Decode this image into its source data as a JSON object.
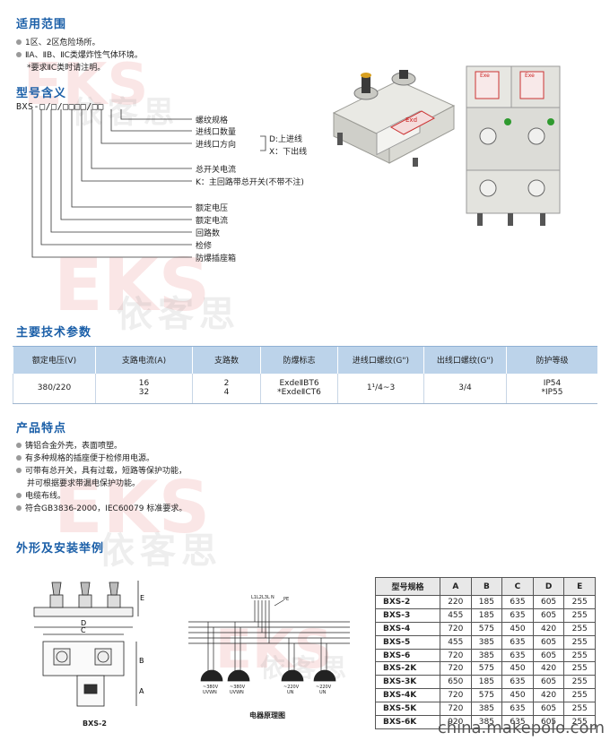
{
  "sections": {
    "scope_title": "适用范围",
    "model_title": "型号含义",
    "params_title": "主要技术参数",
    "features_title": "产品特点",
    "install_title": "外形及安装举例"
  },
  "scope": {
    "items": [
      "1区、2区危险场所。",
      "ⅡA、ⅡB、ⅡC类爆炸性气体环境。"
    ],
    "note": "*要求ⅡC类时请注明。"
  },
  "model": {
    "code": "BXS-□/□/□□□□/□□",
    "labels": [
      "螺纹规格",
      "进线口数量",
      "进线口方向",
      "总开关电流",
      "K：主回路带总开关(不带不注)",
      "额定电压",
      "额定电流",
      "回路数",
      "检修",
      "防爆插座箱"
    ],
    "direction_d": "D:上进线",
    "direction_x": "X：下出线"
  },
  "params_table": {
    "headers": [
      "额定电压(V)",
      "支路电流(A)",
      "支路数",
      "防爆标志",
      "进线口螺纹(G\")",
      "出线口螺纹(G\")",
      "防护等级"
    ],
    "row": {
      "voltage": "380/220",
      "current": [
        "16",
        "32"
      ],
      "branches": [
        "2",
        "4"
      ],
      "marking": [
        "ExdeⅡBT6",
        "*ExdeⅡCT6"
      ],
      "inlet": "1¹/4~3",
      "outlet": "3/4",
      "protection": [
        "IP54",
        "*IP55"
      ]
    }
  },
  "features": [
    "铸铝合金外壳，表面喷塑。",
    "有多种规格的插座便于检修用电源。",
    "可带有总开关，具有过载，短路等保护功能，",
    "电缆布线。",
    "符合GB3836-2000，IEC60079 标准要求。"
  ],
  "features_continuation": "并可根据要求带漏电保护功能。",
  "drawing": {
    "outline_caption": "BXS-2",
    "circuit_caption": "电器原理图",
    "dim_labels": [
      "E",
      "D",
      "C",
      "B",
      "A"
    ],
    "bus_labels": [
      "L1",
      "L2",
      "L3",
      "L",
      "N",
      "PE"
    ],
    "sockets": [
      {
        "v": "~380V",
        "w": "UVWN"
      },
      {
        "v": "~380V",
        "w": "UVWN"
      },
      {
        "v": "~220V",
        "w": "UN"
      },
      {
        "v": "~220V",
        "w": "UN"
      }
    ]
  },
  "size_table": {
    "headers": [
      "型号规格",
      "A",
      "B",
      "C",
      "D",
      "E"
    ],
    "rows": [
      [
        "BXS-2",
        "220",
        "185",
        "635",
        "605",
        "255"
      ],
      [
        "BXS-3",
        "455",
        "185",
        "635",
        "605",
        "255"
      ],
      [
        "BXS-4",
        "720",
        "575",
        "450",
        "420",
        "255"
      ],
      [
        "BXS-5",
        "455",
        "385",
        "635",
        "605",
        "255"
      ],
      [
        "BXS-6",
        "720",
        "385",
        "635",
        "605",
        "255"
      ],
      [
        "BXS-2K",
        "720",
        "575",
        "450",
        "420",
        "255"
      ],
      [
        "BXS-3K",
        "650",
        "185",
        "635",
        "605",
        "255"
      ],
      [
        "BXS-4K",
        "720",
        "575",
        "450",
        "420",
        "255"
      ],
      [
        "BXS-5K",
        "720",
        "385",
        "635",
        "605",
        "255"
      ],
      [
        "BXS-6K",
        "920",
        "385",
        "635",
        "605",
        "255"
      ]
    ]
  },
  "product_labels": {
    "exd": "Exd",
    "exe": "Exe"
  },
  "watermark": {
    "latin": "EKS",
    "cn": "依客思"
  },
  "footer": "china.makepolo.com",
  "colors": {
    "heading": "#1b5fa8",
    "table_header": "#bcd3ea",
    "watermark": "#dc3c3c"
  }
}
